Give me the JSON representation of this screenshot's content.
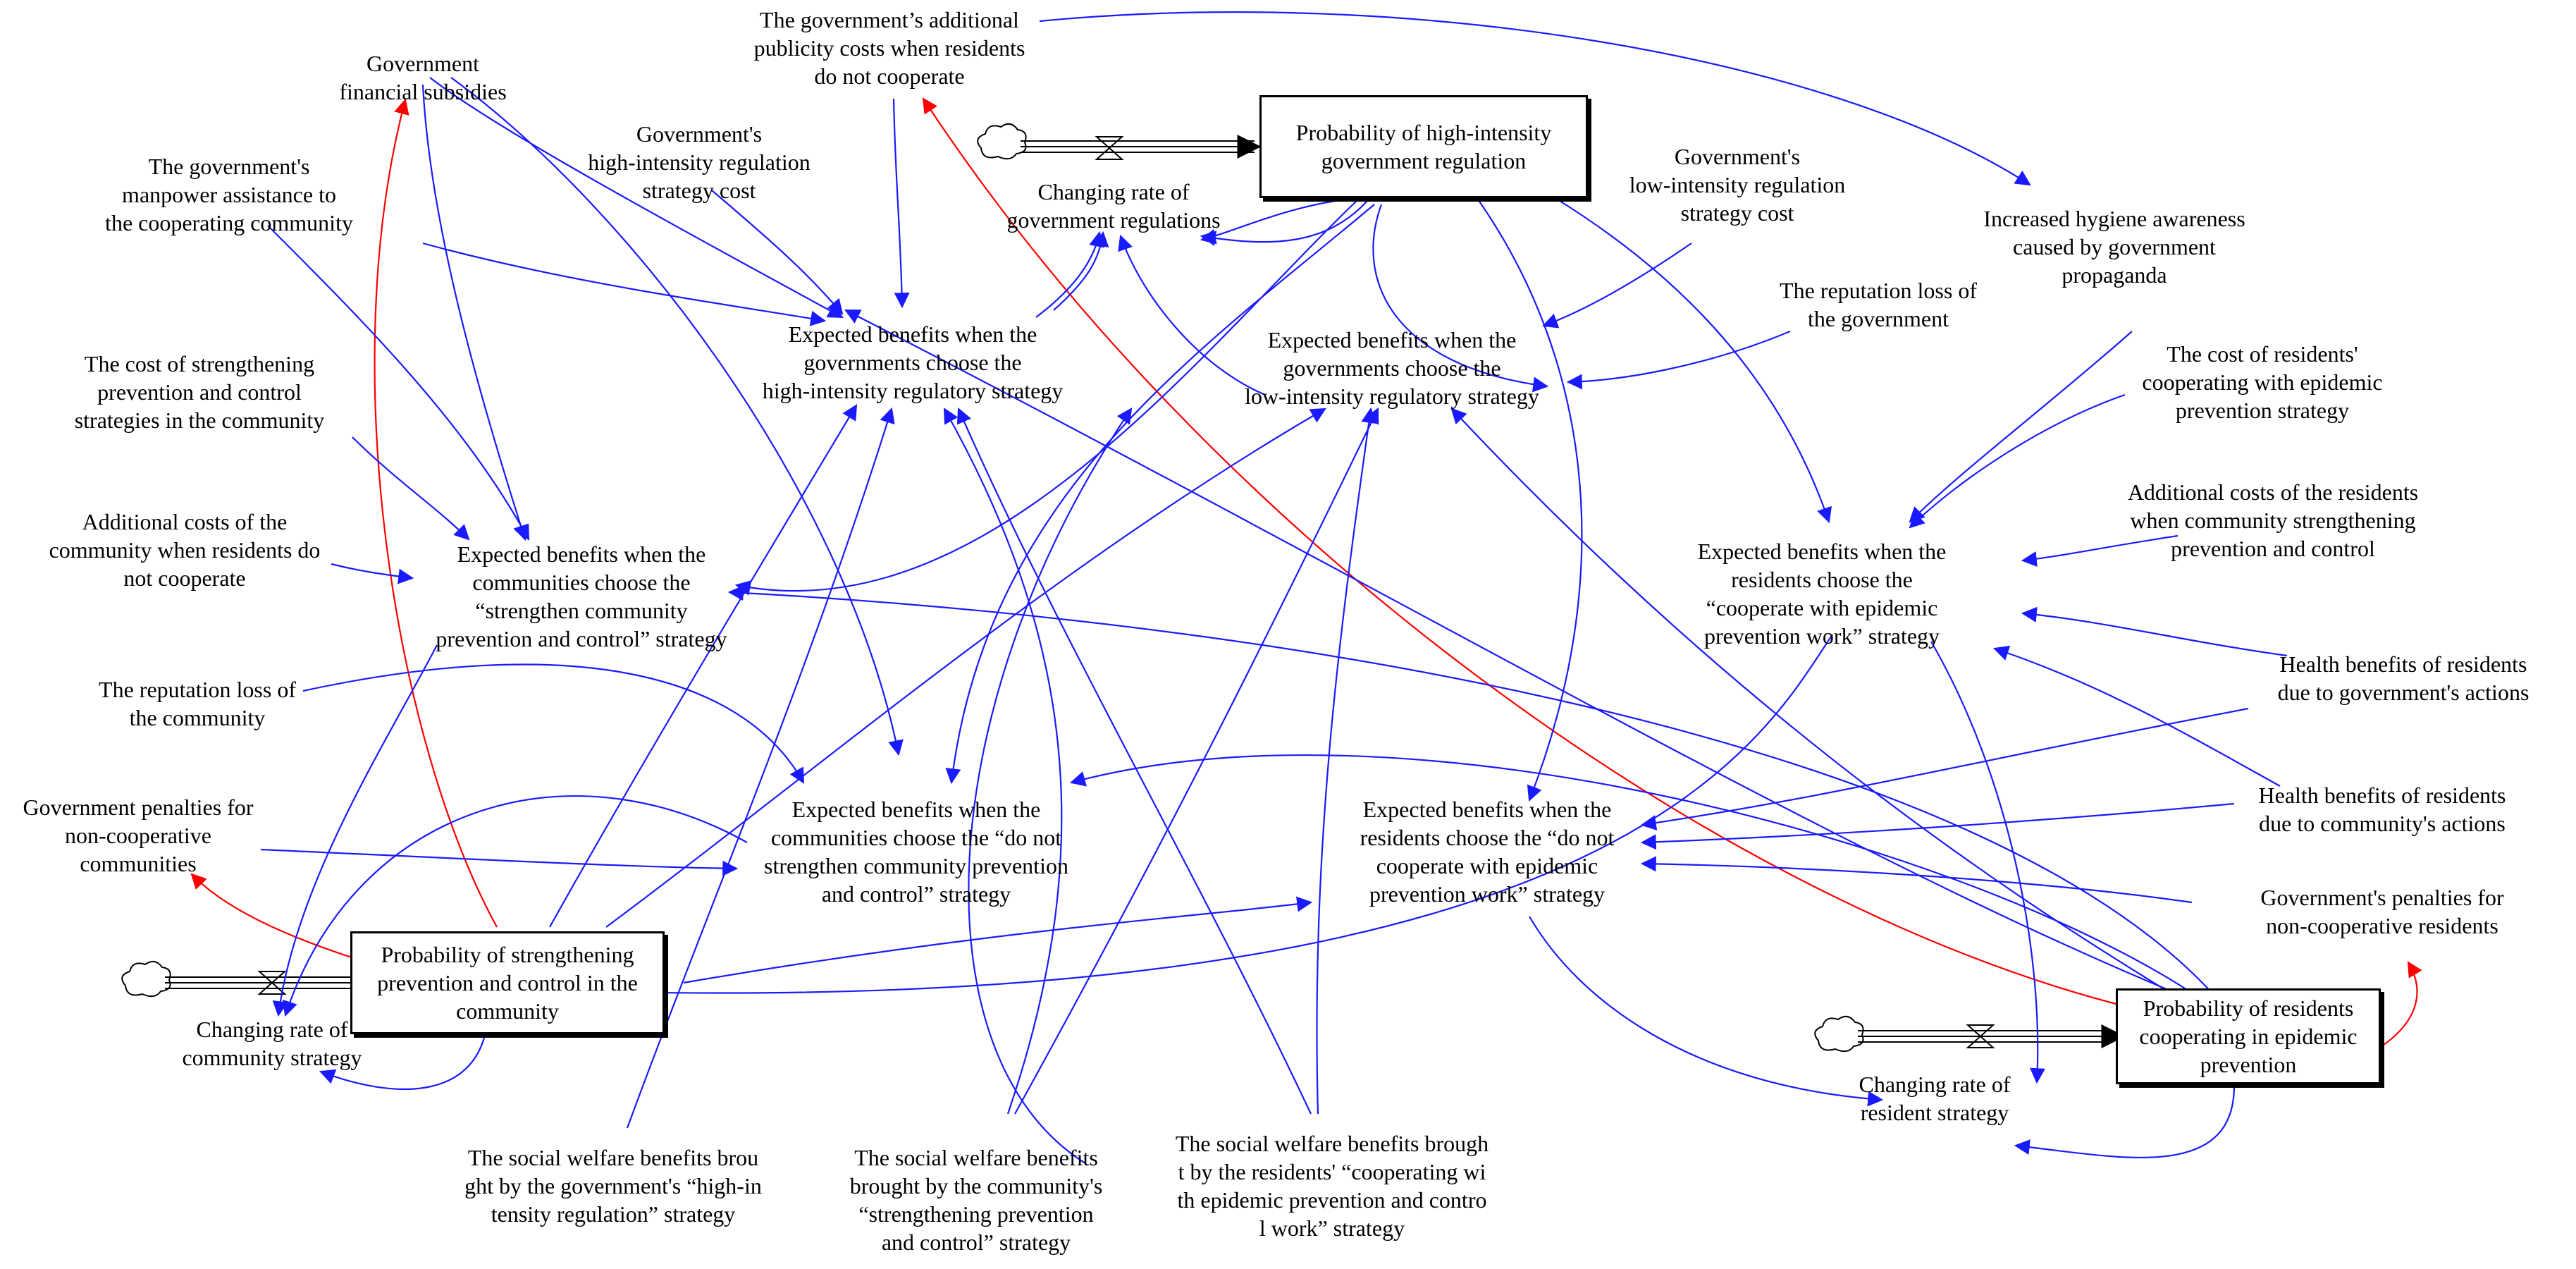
{
  "stocks": {
    "gov_prob": "Probability of high-intensity\ngovernment regulation",
    "com_prob": "Probability of strengthening\nprevention and control in the\ncommunity",
    "res_prob": "Probability of residents\ncooperating in epidemic\nprevention"
  },
  "rates": {
    "gov_rate": "Changing rate of\ngovernment regulations",
    "com_rate": "Changing rate of\ncommunity strategy",
    "res_rate": "Changing rate of\nresident strategy"
  },
  "benefits": {
    "gov_high": "Expected benefits when the\ngovernments choose the\nhigh-intensity regulatory strategy",
    "gov_low": "Expected benefits when the\ngovernments choose the\nlow-intensity regulatory strategy",
    "com_strength": "Expected benefits when the\ncommunities choose the\n“strengthen community\nprevention and control” strategy",
    "com_not": "Expected benefits when the\ncommunities choose the “do not\nstrengthen community prevention\nand control” strategy",
    "res_coop": "Expected benefits when the\nresidents choose the\n“cooperate with epidemic\nprevention work” strategy",
    "res_not": "Expected benefits when the\nresidents choose the “do not\ncooperate with epidemic\nprevention work” strategy"
  },
  "parameters": {
    "gov_subsidies": "Government\nfinancial subsidies",
    "gov_publicity": "The government’s additional\npublicity costs when residents\ndo not cooperate",
    "gov_manpower": "The government's\nmanpower assistance to\nthe cooperating community",
    "gov_high_cost": "Government's\nhigh-intensity regulation\nstrategy cost",
    "gov_low_cost": "Government's\nlow-intensity regulation\nstrategy cost",
    "hygiene": "Increased hygiene awareness\ncaused by government\npropaganda",
    "gov_reputation": "The reputation loss of\nthe government",
    "res_coop_cost": "The cost of residents'\ncooperating with epidemic\nprevention strategy",
    "com_strength_cost": "The cost of strengthening\nprevention and control\nstrategies in the community",
    "res_add_cost": "Additional costs of the residents\nwhen community strengthening\nprevention and control",
    "com_add_cost": "Additional costs of the\ncommunity when residents do\nnot cooperate",
    "health_gov": "Health benefits of residents\ndue to government's actions",
    "com_reputation": "The reputation loss of\nthe community",
    "health_com": "Health benefits of residents\ndue to community's actions",
    "gov_pen_com": "Government penalties for\nnon-cooperative\ncommunities",
    "gov_pen_res": "Government's penalties for\nnon-cooperative residents",
    "welfare_gov": "The social welfare benefits brou\nght by the government's “high-in\ntensity regulation” strategy",
    "welfare_com": "The social welfare benefits\nbrought by the community's\n“strengthening prevention\nand control” strategy",
    "welfare_res": "The social welfare benefits brough\nt by the residents' “cooperating wi\nth epidemic prevention and contro\nl work” strategy"
  },
  "colors": {
    "link": "#1a1aff",
    "feedback": "#ff0000",
    "stock_border": "#000000"
  },
  "icons": [
    "cloud-source-icon",
    "valve-icon",
    "flow-arrow-icon"
  ]
}
